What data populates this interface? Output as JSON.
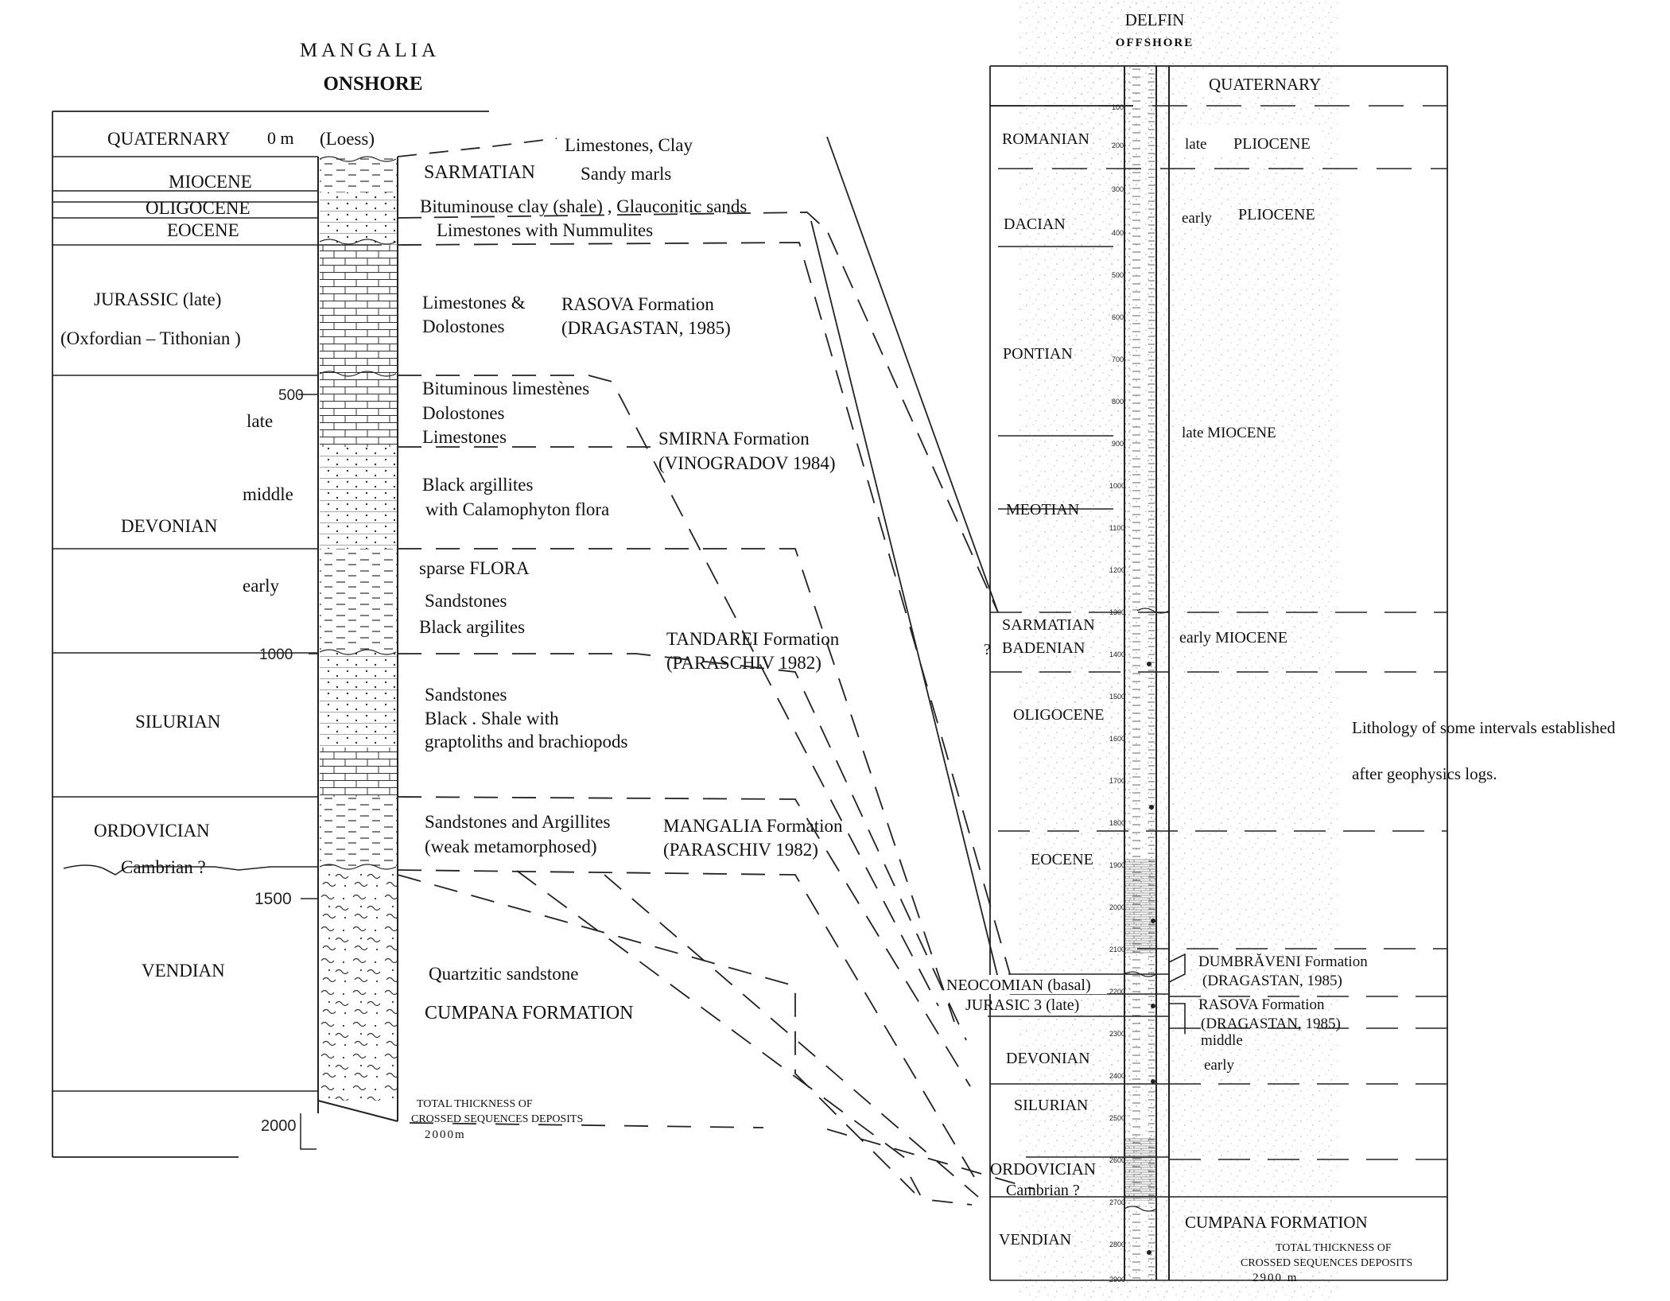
{
  "onshore": {
    "title": "MANGALIA",
    "subtitle": "ONSHORE",
    "ages": {
      "quaternary": "QUATERNARY",
      "miocene": "MIOCENE",
      "oligocene": "OLIGOCENE",
      "eocene": "EOCENE",
      "jurassic": "JURASSIC (late)",
      "jurassic_sub": "(Oxfordian – Tithonian )",
      "late": "late",
      "middle": "middle",
      "devonian": "DEVONIAN",
      "early": "early",
      "silurian": "SILURIAN",
      "ordovician": "ORDOVICIAN",
      "cambrian": "Cambrian ?",
      "vendian": "VENDIAN"
    },
    "depths": {
      "zero": "0 m",
      "d500": "500",
      "d1000": "1000",
      "d1500": "1500",
      "d2000": "2000"
    },
    "lithology": {
      "loess": "(Loess)",
      "lime_clay": "Limestones, Clay",
      "sarmatian": "SARMATIAN",
      "sandy_marls": "Sandy marls",
      "bituminous_clay": "Bituminouse clay (shale) , Glauconitic sands",
      "nummulites": "Limestones with Nummulites",
      "lime_dolo_1": "Limestones &",
      "lime_dolo_2": "Dolostones",
      "rasova": "RASOVA Formation",
      "rasova_ref": "(DRAGASTAN, 1985)",
      "bit_lime": "Bituminous limestènes",
      "dolostones": "Dolostones",
      "limestones": "Limestones",
      "smirna": "SMIRNA Formation",
      "smirna_ref": "(VINOGRADOV 1984)",
      "black_arg_1": "Black argillites",
      "black_arg_2": "with Calamophyton flora",
      "sparse": "sparse FLORA",
      "sandstones": "Sandstones",
      "black_argilites": "Black argilites",
      "tandarei": "TANDAREI  Formation",
      "tandarei_ref": "(PARASCHIV 1982)",
      "sil_sand": "Sandstones",
      "sil_shale": "Black . Shale     with",
      "sil_grapt": "graptoliths and brachiopods",
      "ord_sand": "Sandstones and Argillites",
      "ord_meta": "(weak metamorphosed)",
      "mangalia": "MANGALIA Formation",
      "mangalia_ref": "(PARASCHIV 1982)",
      "quartz": "Quartzitic sandstone",
      "cumpana": "CUMPANA  FORMATION",
      "total_1": "TOTAL THICKNESS OF",
      "total_2": "CROSSED SEQUENCES DEPOSITS",
      "total_3": "2000m"
    }
  },
  "offshore": {
    "title": "DELFIN",
    "subtitle": "OFFSHORE",
    "ages": {
      "quaternary": "QUATERNARY",
      "romanian": "ROMANIAN",
      "late": "late",
      "pliocene": "PLIOCENE",
      "dacian": "DACIAN",
      "early": "early",
      "pliocene2": "PLIOCENE",
      "pontian": "PONTIAN",
      "late_miocene": "late MIOCENE",
      "meotian": "MEOTIAN",
      "sarmatian": "SARMATIAN",
      "badenian": "BADENIAN",
      "question": "?",
      "early_miocene": "early MIOCENE",
      "oligocene": "OLIGOCENE",
      "eocene": "EOCENE",
      "neocomian": "NEOCOMIAN (basal)",
      "jurasic": "JURASIC 3 (late)",
      "devonian": "DEVONIAN",
      "silurian": "SILURIAN",
      "ordovician": "ORDOVICIAN",
      "cambrian": "Cambrian ?",
      "vendian": "VENDIAN"
    },
    "formations": {
      "dumbraveni": "DUMBRĂVENI Formation",
      "dumbraveni_ref": "(DRAGASTAN, 1985)",
      "rasova": "RASOVA Formation",
      "rasova_ref": "(DRAGASTAN, 1985)",
      "middle": "middle",
      "early": "early",
      "cumpana": "CUMPANA  FORMATION",
      "total_1": "TOTAL   THICKNESS   OF",
      "total_2": "CROSSED SEQUENCES DEPOSITS",
      "total_3": "2900  m"
    },
    "depth_ticks": [
      "100",
      "200",
      "300",
      "400",
      "500",
      "600",
      "700",
      "800",
      "900",
      "1000",
      "1100",
      "1200",
      "1300",
      "1400",
      "1500",
      "1600",
      "1700",
      "1800",
      "1900",
      "2000",
      "2100",
      "2200",
      "2300",
      "2400",
      "2500",
      "2600",
      "2700",
      "2800",
      "2900"
    ]
  },
  "note": {
    "line1": "Lithology of some intervals established",
    "line2": "after geophysics logs."
  }
}
